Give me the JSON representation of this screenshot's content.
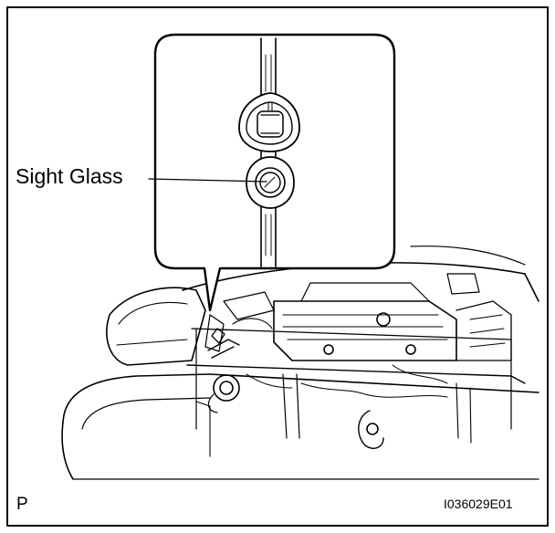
{
  "figure": {
    "callout_label": "Sight Glass",
    "corner_code": "P",
    "figure_id": "I036029E01"
  }
}
